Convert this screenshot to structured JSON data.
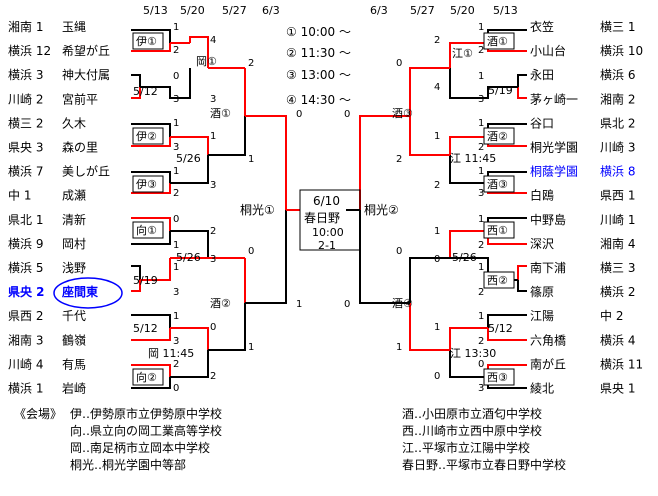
{
  "dates_left": [
    "5/13",
    "5/20",
    "5/27",
    "6/3"
  ],
  "dates_right": [
    "6/3",
    "5/27",
    "5/20",
    "5/13"
  ],
  "times": [
    "① 10:00 〜",
    "② 11:30 〜",
    "③ 13:00 〜",
    "④ 14:30 〜"
  ],
  "left_teams": [
    {
      "league": "湘南 1",
      "name": "玉縄"
    },
    {
      "league": "横浜 12",
      "name": "希望が丘"
    },
    {
      "league": "横浜 3",
      "name": "神大付属"
    },
    {
      "league": "川崎 2",
      "name": "宮前平"
    },
    {
      "league": "横三 2",
      "name": "久木"
    },
    {
      "league": "県央 3",
      "name": "森の里"
    },
    {
      "league": "横浜 7",
      "name": "美しが丘"
    },
    {
      "league": "中 1",
      "name": "成瀬"
    },
    {
      "league": "県北 1",
      "name": "清新"
    },
    {
      "league": "横浜 9",
      "name": "岡村"
    },
    {
      "league": "横浜 5",
      "name": "浅野"
    },
    {
      "league": "県央 2",
      "name": "座間東"
    },
    {
      "league": "県西 2",
      "name": "千代"
    },
    {
      "league": "湘南 3",
      "name": "鶴嶺"
    },
    {
      "league": "川崎 4",
      "name": "有馬"
    },
    {
      "league": "横浜 1",
      "name": "岩崎"
    }
  ],
  "right_teams": [
    {
      "name": "衣笠",
      "league": "横三 1"
    },
    {
      "name": "小山台",
      "league": "横浜 10"
    },
    {
      "name": "永田",
      "league": "横浜 6"
    },
    {
      "name": "茅ヶ崎一",
      "league": "湘南 2"
    },
    {
      "name": "谷口",
      "league": "県北 2"
    },
    {
      "name": "桐光学園",
      "league": "川崎 3"
    },
    {
      "name": "桐蔭学園",
      "league": "横浜 8"
    },
    {
      "name": "白鴎",
      "league": "県西 1"
    },
    {
      "name": "中野島",
      "league": "川崎 1"
    },
    {
      "name": "深沢",
      "league": "湘南 4"
    },
    {
      "name": "南下浦",
      "league": "横三 3"
    },
    {
      "name": "篠原",
      "league": "横浜 2"
    },
    {
      "name": "江陽",
      "league": "中 2"
    },
    {
      "name": "六角橋",
      "league": "横浜 4"
    },
    {
      "name": "南が丘",
      "league": "横浜 11"
    },
    {
      "name": "綾北",
      "league": "県央 1"
    }
  ],
  "venue_labels": {
    "L1": "伊①",
    "L2": "岡①",
    "L3": "5/12",
    "L4": "伊②",
    "L5": "5/26",
    "L6": "伊③",
    "L7": "向①",
    "L8": "5/26",
    "L9": "5/19",
    "L10": "5/12",
    "L11": "岡 11:45",
    "L12": "向②",
    "LQ1": "酒①",
    "LQ2": "酒②",
    "LS": "桐光①",
    "R1": "酒①",
    "R2": "江①",
    "R3": "5/19",
    "R4": "酒②",
    "R5": "江 11:45",
    "R6": "酒③",
    "R7": "西①",
    "R8": "5/26",
    "R9": "西②",
    "R10": "5/12",
    "R11": "江 13:30",
    "R12": "西③",
    "RQ1": "酒③",
    "RQ2": "酒④",
    "RS": "桐光②"
  },
  "final": {
    "date": "6/10",
    "venue": "春日野",
    "time": "10:00",
    "score": "2-1"
  },
  "scores": {
    "l1a": "1",
    "l1b": "2",
    "l2a": "0",
    "l2b": "3",
    "l3a": "4",
    "l3b": "3",
    "l4a": "1",
    "l4b": "3",
    "l5a": "1",
    "l5b": "2",
    "l6a": "1",
    "l6b": "3",
    "l7a": "2",
    "l7b": "1",
    "l8a": "0",
    "l8b": "1",
    "l9a": "1",
    "l9b": "3",
    "l10a": "2",
    "l10b": "3",
    "l11a": "1",
    "l11b": "3",
    "l12a": "2",
    "l12b": "0",
    "l13a": "0",
    "l13b": "2",
    "l14a": "0",
    "l14b": "1",
    "lsa": "0",
    "lsb": "1",
    "r1a": "1",
    "r1b": "2",
    "r2a": "1",
    "r2b": "3",
    "r3a": "2",
    "r3b": "4",
    "r4a": "1",
    "r4b": "2",
    "r5a": "1",
    "r5b": "3",
    "r6a": "1",
    "r6b": "2",
    "r7a": "0",
    "r7b": "2",
    "r8a": "1",
    "r8b": "2",
    "r9a": "1",
    "r9b": "2",
    "r10a": "1",
    "r10b": "0",
    "r11a": "1",
    "r11b": "2",
    "r12a": "0",
    "r12b": "3",
    "r13a": "1",
    "r13b": "0",
    "r14a": "0",
    "r14b": "1",
    "rsa": "0",
    "rsb": "0"
  },
  "venues_header": "《会場》",
  "venues_left": [
    "伊‥伊勢原市立伊勢原中学校",
    "向‥県立向の岡工業高等学校",
    "岡‥南足柄市立岡本中学校",
    "桐光‥桐光学園中等部"
  ],
  "venues_right": [
    "酒‥小田原市立酒匂中学校",
    "西‥川崎市立西中原中学校",
    "江‥平塚市立江陽中学校",
    "春日野‥平塚市立春日野中学校"
  ],
  "colors": {
    "win": "#ff0000",
    "lose": "#000000",
    "highlight_blue": "#0000ff"
  }
}
